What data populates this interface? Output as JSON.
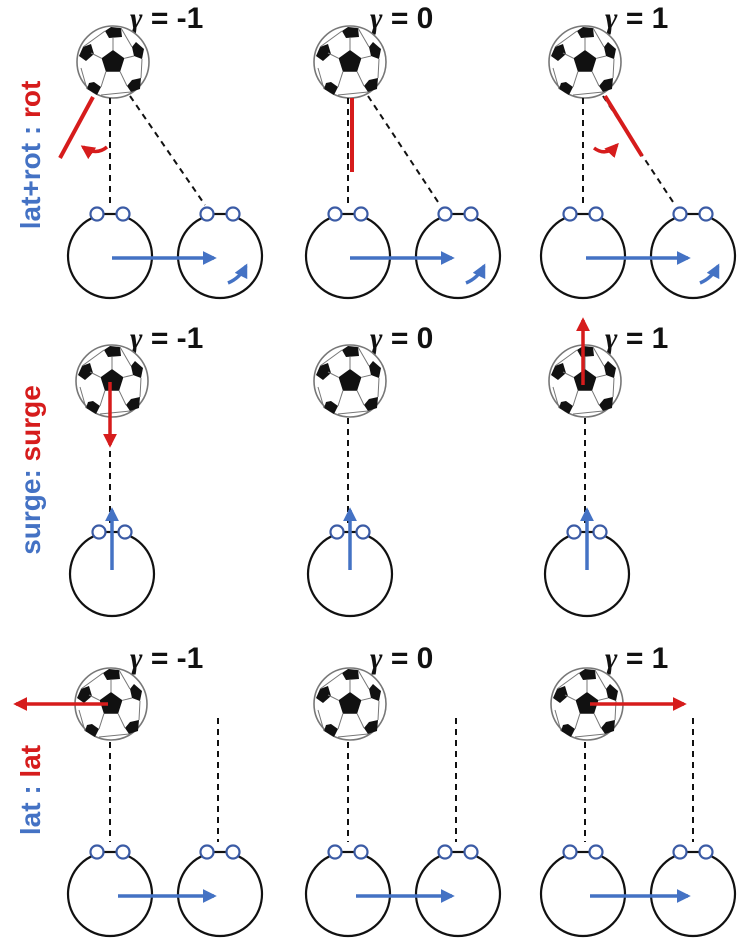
{
  "colors": {
    "agent_motion": "#4472c4",
    "target_motion": "#d61c1c",
    "outline": "#111111",
    "eye_fill": "#ffffff"
  },
  "gamma_symbol": "γ",
  "gamma_columns": [
    {
      "value": "= -1"
    },
    {
      "value": "= 0"
    },
    {
      "value": "= 1"
    }
  ],
  "rows": [
    {
      "label_agent": "lat+rot",
      "separator": " : ",
      "label_target": "rot"
    },
    {
      "label_agent": "surge",
      "separator": ": ",
      "label_target": "surge"
    },
    {
      "label_agent": "lat",
      "separator": " : ",
      "label_target": "lat"
    }
  ],
  "icons": {
    "ball": "soccer-ball-icon",
    "agent": "agent-head-icon",
    "arrow": "arrow-icon",
    "curved_arrow": "curved-arrow-icon"
  }
}
